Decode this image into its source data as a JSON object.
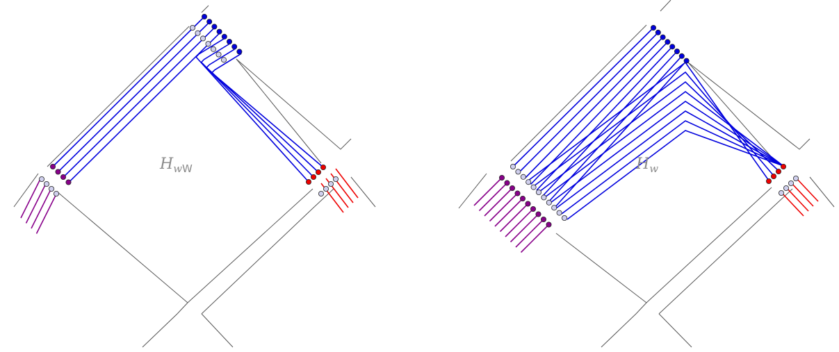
{
  "colors": {
    "blue": "#0000dd",
    "red": "#ee0000",
    "purple": "#88008a",
    "dot_light": "#d0d0ee",
    "outline": "#555555",
    "label": "#8a8a8a"
  },
  "diagrams": [
    {
      "label_main": "H",
      "label_sub": "w",
      "label_sub2": "W",
      "blue_bends": 8,
      "red_out": 4,
      "purple_out": 4
    },
    {
      "label_main": "H",
      "label_sub": "w",
      "label_sub2": "",
      "blue_bends": 8,
      "red_out": 4,
      "purple_out": 10
    }
  ]
}
